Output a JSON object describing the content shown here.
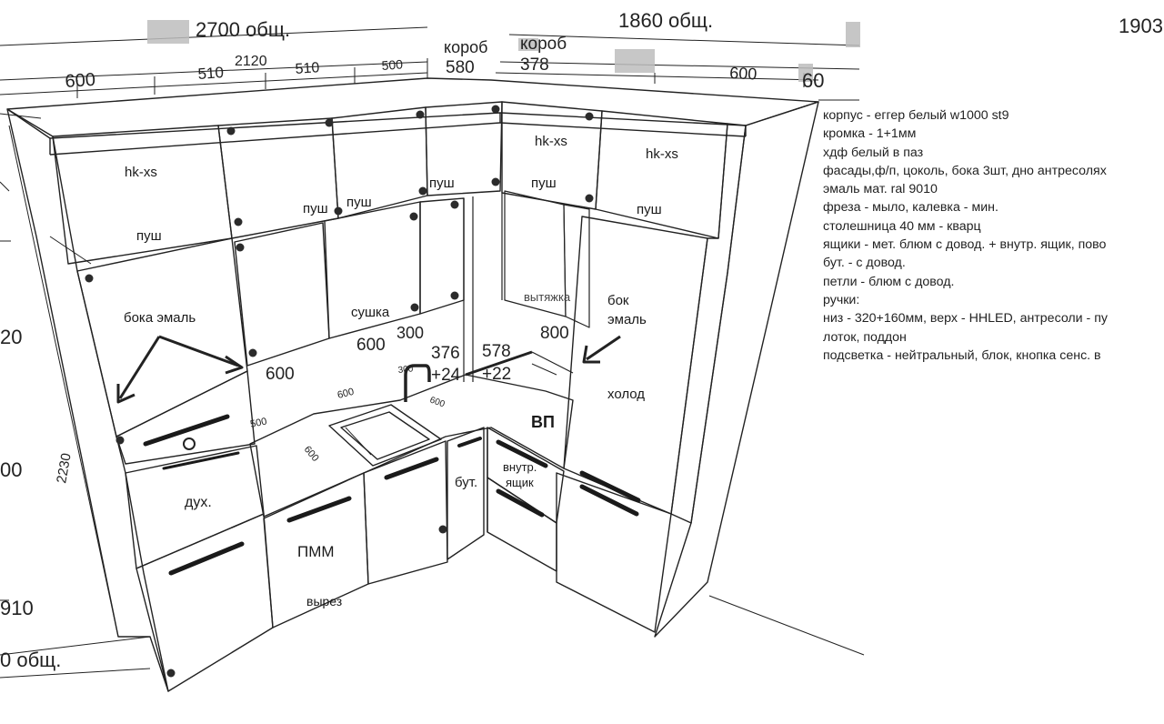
{
  "dimensions": {
    "top_left_total": "2700 общ.",
    "top_middle_total": "1860 общ.",
    "top_right_total": "1903",
    "run_2120": "2120",
    "seg_600": "600",
    "seg_510a": "510",
    "seg_510b": "510",
    "seg_500": "500",
    "box1_label": "короб",
    "box1_value": "580",
    "box2_label": "короб",
    "box2_value": "378",
    "seg_600_right": "600",
    "seg_60": "60",
    "height_2230": "2230",
    "left_partial_20": "20",
    "left_partial_00": "00",
    "left_partial_910": "910",
    "left_partial_total": "0 общ.",
    "wall_600_a": "600",
    "wall_600_b": "600",
    "wall_300": "300",
    "niche_376": "376",
    "niche_376_add": "+24",
    "niche_578": "578",
    "niche_578_add": "+22",
    "hood_800": "800",
    "counter_600_a": "600",
    "counter_600_b": "600",
    "counter_500": "500",
    "counter_300": "300",
    "counter_600_c": "600"
  },
  "labels": {
    "hk_xs_left": "hk-xs",
    "hk_xs_mid": "hk-xs",
    "hk_xs_right": "hk-xs",
    "push_1": "пуш",
    "push_2": "пуш",
    "push_3": "пуш",
    "push_4": "пуш",
    "push_5": "пуш",
    "push_6": "пуш",
    "side_enamel_left": "бока эмаль",
    "side_enamel_right_1": "бок",
    "side_enamel_right_2": "эмаль",
    "dryer": "сушка",
    "hood": "вытяжка",
    "fridge": "холод",
    "hob": "ВП",
    "oven": "дух.",
    "dishwasher": "ПММ",
    "cutout": "вырез",
    "bottles": "бут.",
    "inner_drawer_1": "внутр.",
    "inner_drawer_2": "ящик"
  },
  "spec": [
    "корпус - еггер белый w1000 st9",
    "кромка - 1+1мм",
    "хдф белый в паз",
    "фасады,ф/п, цоколь, бока 3шт, дно антресолях",
    "эмаль мат. ral 9010",
    "фреза - мыло, калевка - мин.",
    "столешница 40 мм - кварц",
    "ящики - мет. блюм с довод. + внутр. ящик, пово",
    "бут. - с довод.",
    "петли - блюм с довод.",
    "ручки:",
    "низ - 320+160мм, верх - HHLED, антресоли - пу",
    "лоток, поддон",
    "подсветка - нейтральный, блок, кнопка сенс. в"
  ],
  "colors": {
    "line": "#222222",
    "handle": "#1a1a1a",
    "knob": "#2b2b2b",
    "blur": "#bdbdbd",
    "paper": "#ffffff"
  }
}
